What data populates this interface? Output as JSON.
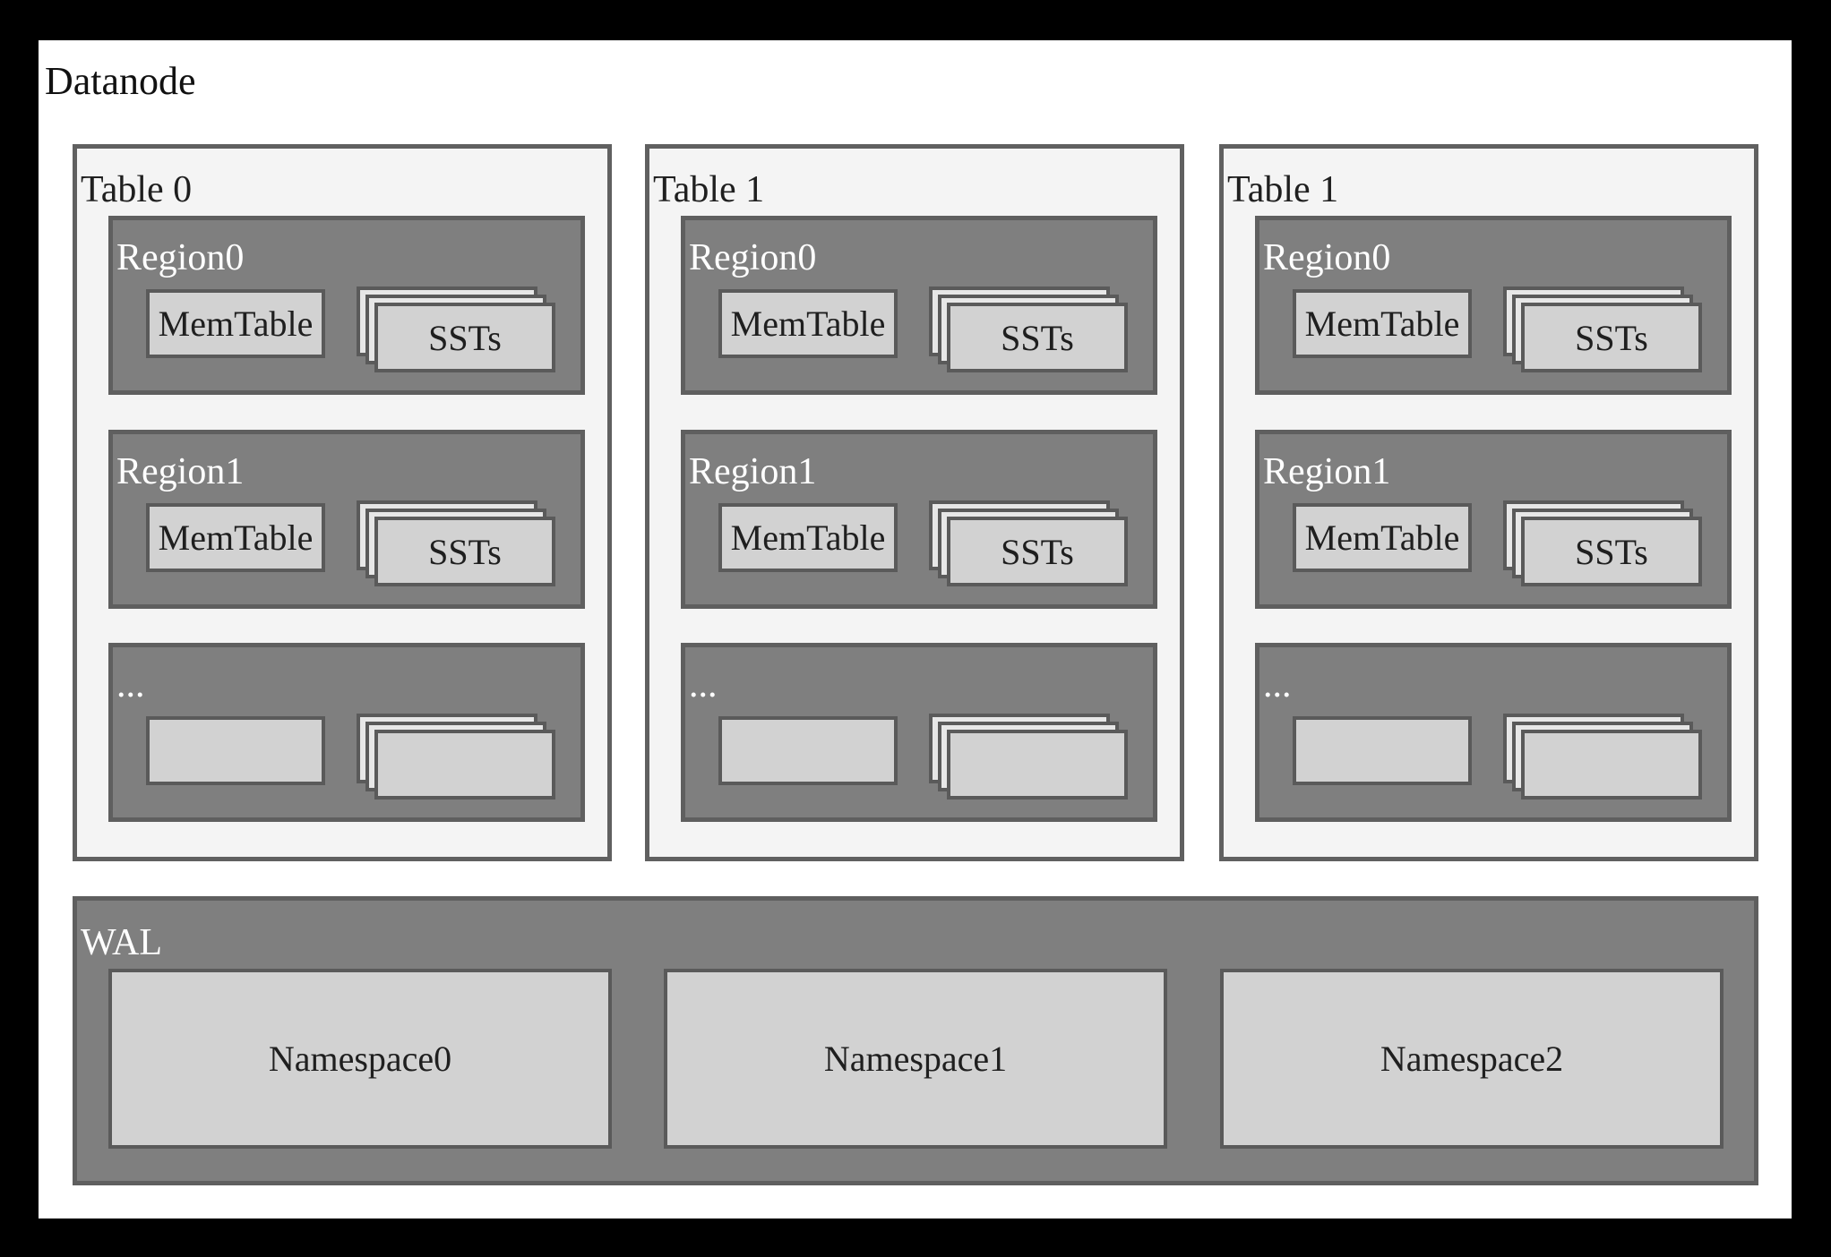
{
  "title": "Datanode",
  "tables": [
    {
      "label": "Table 0",
      "regions": [
        {
          "label": "Region0",
          "memtable_label": "MemTable",
          "ssts_label": "SSTs"
        },
        {
          "label": "Region1",
          "memtable_label": "MemTable",
          "ssts_label": "SSTs"
        },
        {
          "label": "...",
          "memtable_label": "",
          "ssts_label": ""
        }
      ]
    },
    {
      "label": "Table 1",
      "regions": [
        {
          "label": "Region0",
          "memtable_label": "MemTable",
          "ssts_label": "SSTs"
        },
        {
          "label": "Region1",
          "memtable_label": "MemTable",
          "ssts_label": "SSTs"
        },
        {
          "label": "...",
          "memtable_label": "",
          "ssts_label": ""
        }
      ]
    },
    {
      "label": "Table 1",
      "regions": [
        {
          "label": "Region0",
          "memtable_label": "MemTable",
          "ssts_label": "SSTs"
        },
        {
          "label": "Region1",
          "memtable_label": "MemTable",
          "ssts_label": "SSTs"
        },
        {
          "label": "...",
          "memtable_label": "",
          "ssts_label": ""
        }
      ]
    }
  ],
  "wal": {
    "label": "WAL",
    "namespaces": [
      {
        "label": "Namespace0"
      },
      {
        "label": "Namespace1"
      },
      {
        "label": "Namespace2"
      }
    ]
  },
  "colors": {
    "frame": "#000000",
    "page_background": "#ffffff",
    "table_fill": "#f4f4f4",
    "container_fill": "#7f7f7f",
    "box_fill": "#d2d2d2",
    "stack_back_fill": "#e7e7e7",
    "border": "#5f5f5f",
    "text_dark": "#1f1f1f",
    "text_light": "#ffffff"
  }
}
